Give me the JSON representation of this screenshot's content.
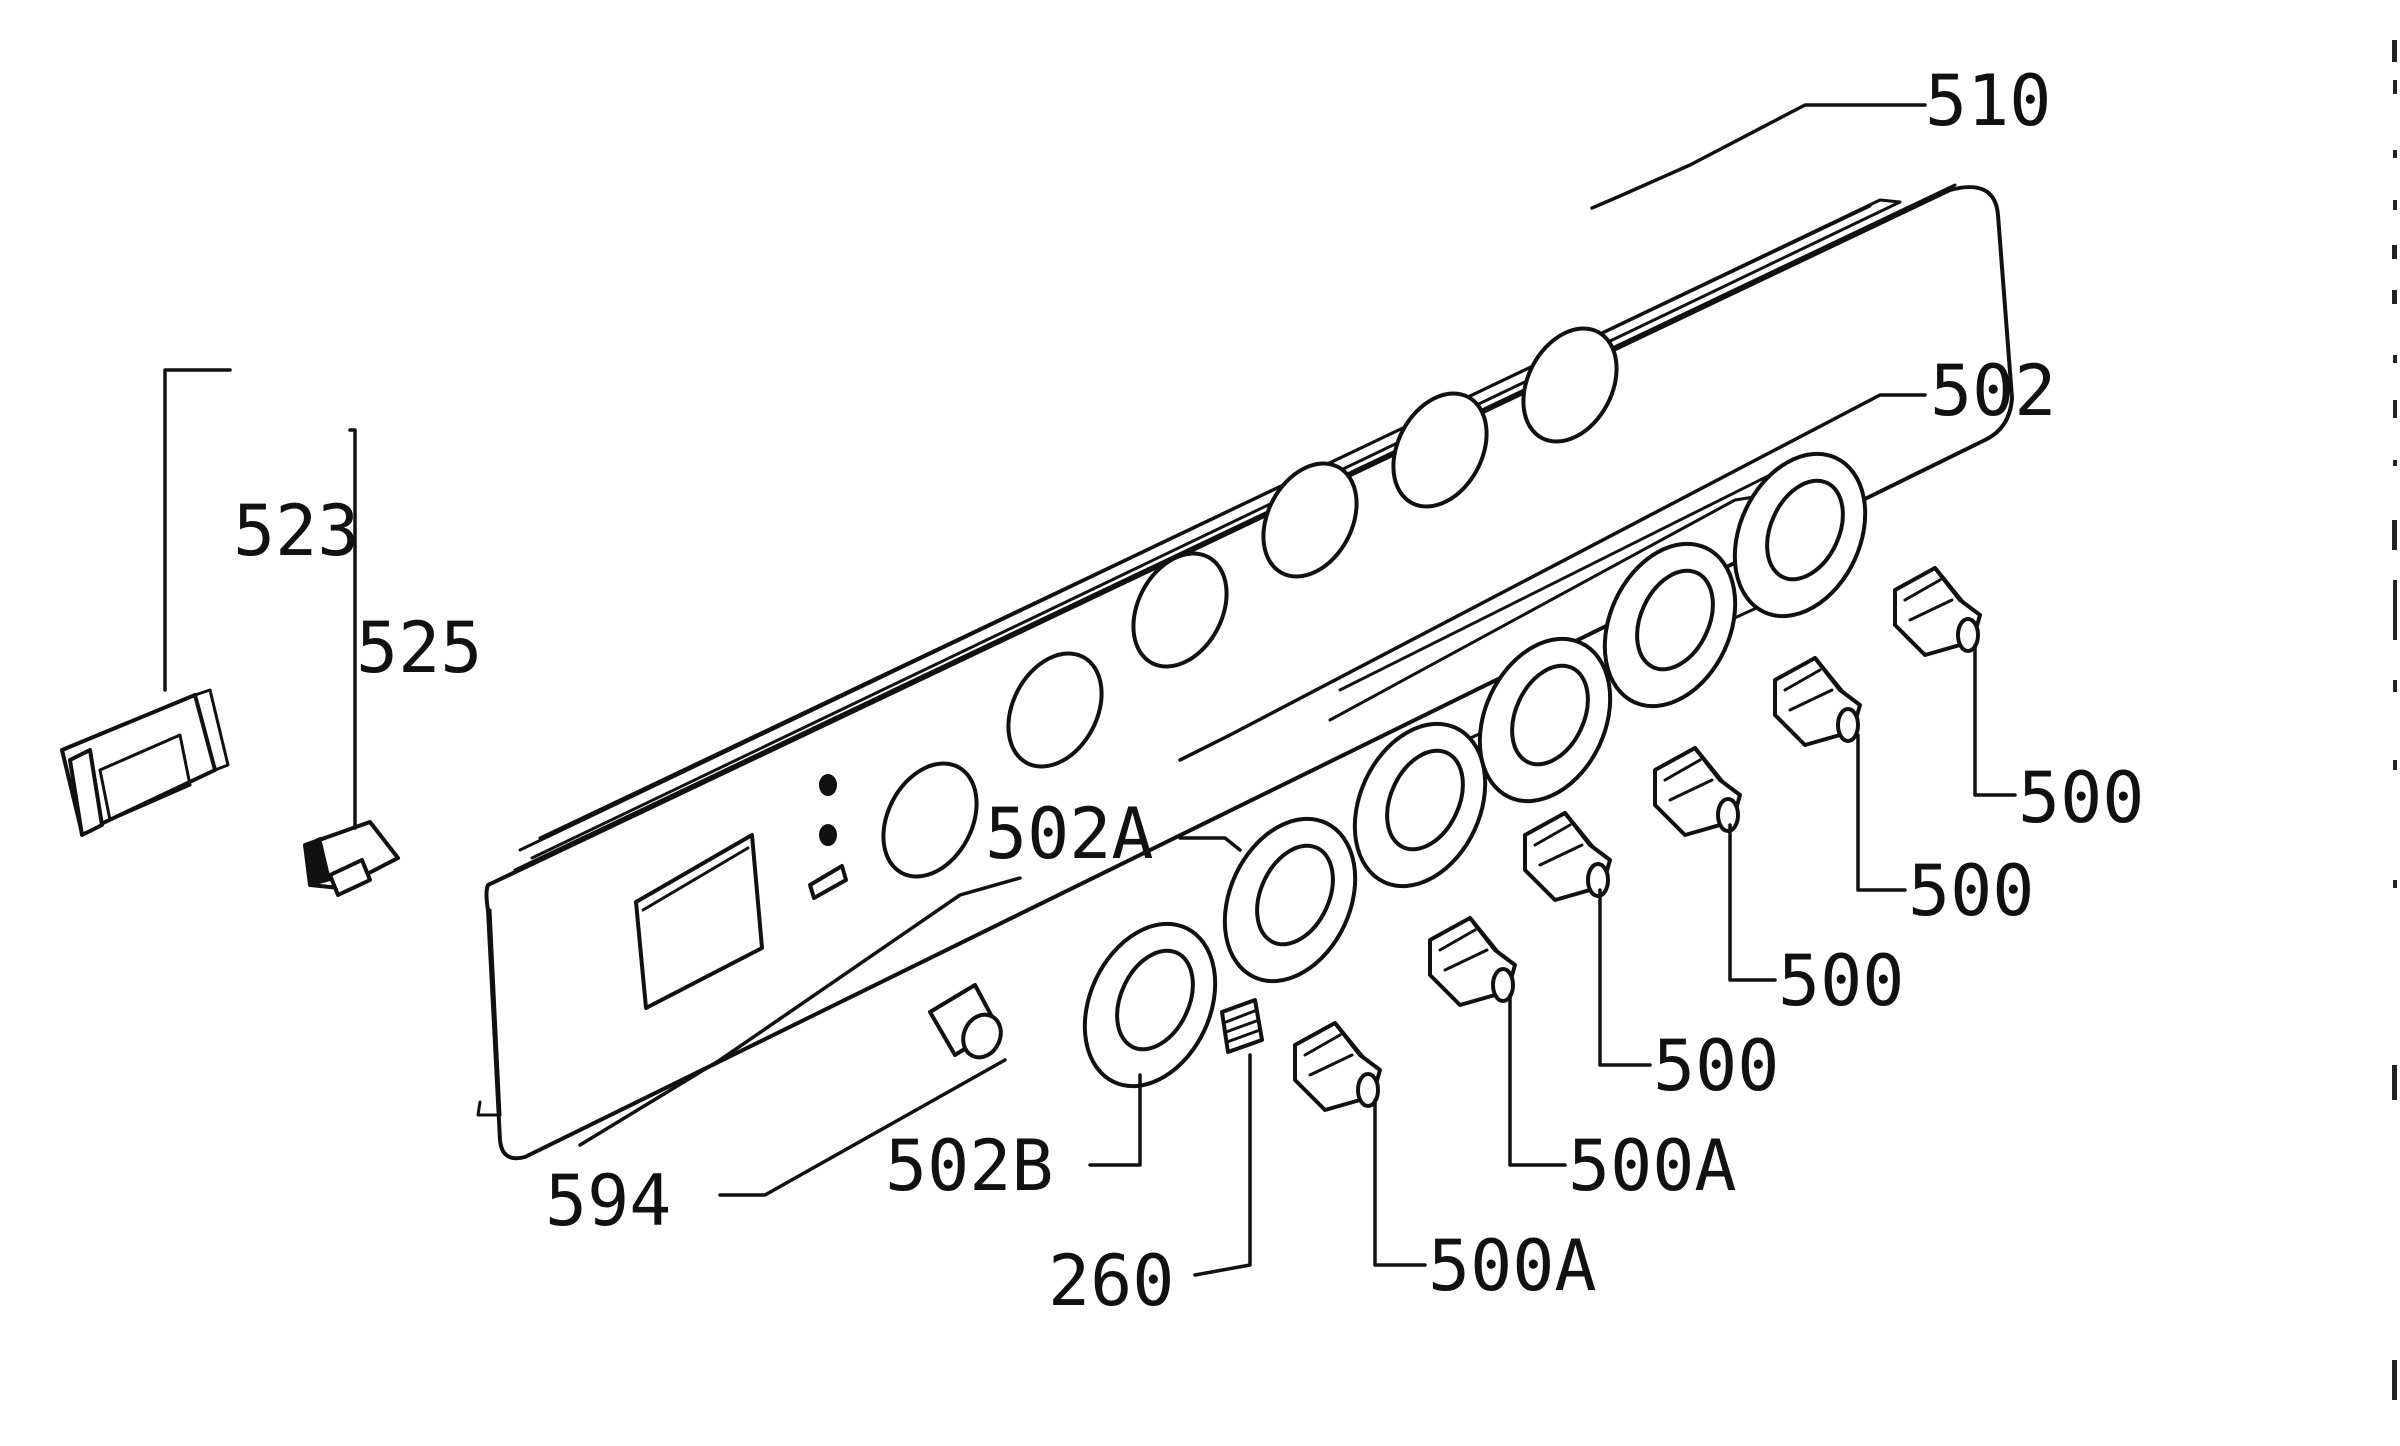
{
  "callouts": {
    "c510": "510",
    "c502": "502",
    "c523": "523",
    "c525": "525",
    "c502A": "502A",
    "c500_1": "500",
    "c500_2": "500",
    "c500_3": "500",
    "c500_4": "500",
    "c500A_1": "500A",
    "c500A_2": "500A",
    "c502B": "502B",
    "c594": "594",
    "c260": "260"
  },
  "colors": {
    "line": "#111111",
    "background": "#ffffff"
  }
}
